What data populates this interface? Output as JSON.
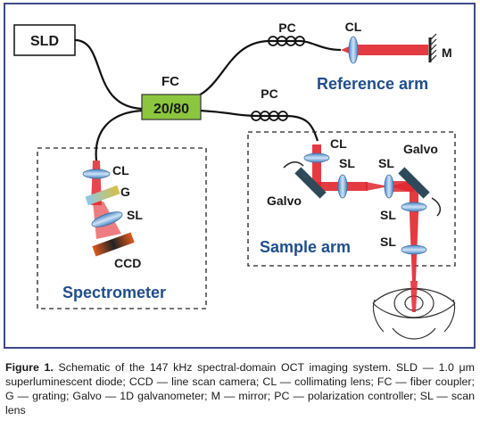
{
  "labels": {
    "sld": "SLD",
    "fc": "FC",
    "coupler_ratio": "20/80",
    "pc_top": "PC",
    "pc_bottom": "PC",
    "cl_ref": "CL",
    "mirror": "M",
    "reference_arm": "Reference arm",
    "cl_spec": "CL",
    "g": "G",
    "sl_spec": "SL",
    "ccd": "CCD",
    "spectrometer": "Spectrometer",
    "cl_sample": "CL",
    "galvo_left": "Galvo",
    "sl_1": "SL",
    "sl_2": "SL",
    "galvo_right": "Galvo",
    "sl_3": "SL",
    "sl_4": "SL",
    "sample_arm": "Sample arm"
  },
  "caption": {
    "figure_label": "Figure 1.",
    "text": "Schematic of the 147 kHz spectral-domain OCT imaging system. SLD — 1.0 μm superluminescent diode; CCD — line scan camera; CL — collimating lens; FC — fiber coupler; G — grating; Galvo — 1D galvanometer; M — mirror; PC — polarization controller; SL — scan lens"
  },
  "colors": {
    "frame": "#3d4a8c",
    "coupler_fill": "#8cc63e",
    "beam": "#e1262e",
    "lens": "#6fa8dc",
    "galvo": "#2e4a5a",
    "label_blue": "#1f4e8c"
  }
}
